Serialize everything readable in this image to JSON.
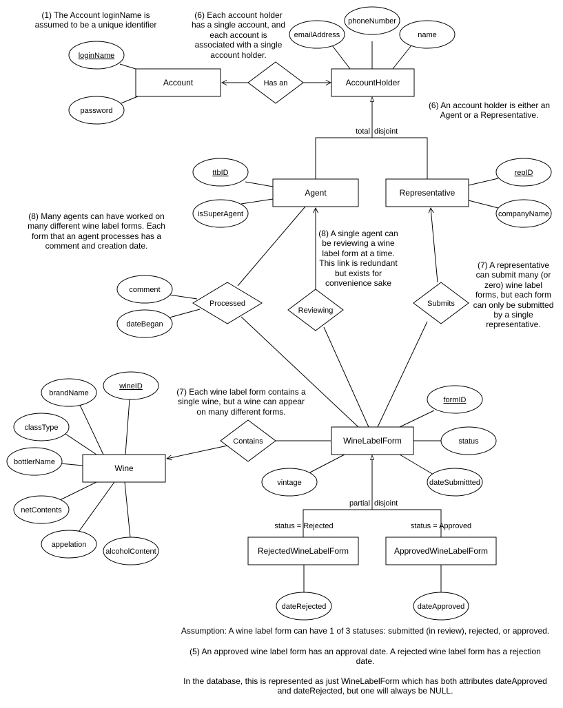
{
  "entities": {
    "account": "Account",
    "account_holder": "AccountHolder",
    "agent": "Agent",
    "representative": "Representative",
    "wine_label_form": "WineLabelForm",
    "wine": "Wine",
    "rejected_form": "RejectedWineLabelForm",
    "approved_form": "ApprovedWineLabelForm"
  },
  "relationships": {
    "has_an": "Has an",
    "processed": "Processed",
    "reviewing": "Reviewing",
    "submits": "Submits",
    "contains": "Contains"
  },
  "attributes": {
    "login_name": "loginName",
    "password": "password",
    "email_address": "emailAddress",
    "phone_number": "phoneNumber",
    "name": "name",
    "ttb_id": "ttbID",
    "is_super_agent": "isSuperAgent",
    "rep_id": "repID",
    "company_name": "companyName",
    "comment": "comment",
    "date_began": "dateBegan",
    "form_id": "formID",
    "status": "status",
    "vintage": "vintage",
    "date_submitted": "dateSubmittted",
    "brand_name": "brandName",
    "wine_id": "wineID",
    "class_type": "classType",
    "bottler_name": "bottlerName",
    "net_contents": "netContents",
    "appelation": "appelation",
    "alcohol_content": "alcoholContent",
    "date_rejected": "dateRejected",
    "date_approved": "dateApproved"
  },
  "labels": {
    "total": "total",
    "disjoint_top": "disjoint",
    "partial": "partial",
    "disjoint_bottom": "disjoint",
    "status_rejected": "status = Rejected",
    "status_approved": "status = Approved"
  },
  "notes": {
    "login_unique": "(1) The Account loginName is assumed to be a unique identifier",
    "single_account": "(6) Each account holder has a single account, and each account is associated with a single account holder.",
    "holder_either": "(6) An account holder is either an Agent or a Representative.",
    "many_agents": "(8) Many agents can have worked on many different wine label forms. Each form that an agent processes has a comment and creation date.",
    "single_agent": "(8) A single agent can be reviewing a wine label form at a time. This link is redundant but exists for convenience sake",
    "representative_submit": "(7) A representative can submit many (or zero) wine label forms, but each form can only be submitted by a single representative.",
    "single_wine": "(7) Each wine label form contains a single wine, but a wine can appear on many different forms.",
    "assumption": "Assumption: A wine label form can have 1 of 3 statuses: submitted (in review), rejected, or approved.",
    "approval_date": "(5) An approved wine label form has an approval date. A rejected wine label form has a rejection date.",
    "database": "In the database, this is represented as just WineLabelForm which has both attributes dateApproved and dateRejected, but one will always be NULL."
  }
}
